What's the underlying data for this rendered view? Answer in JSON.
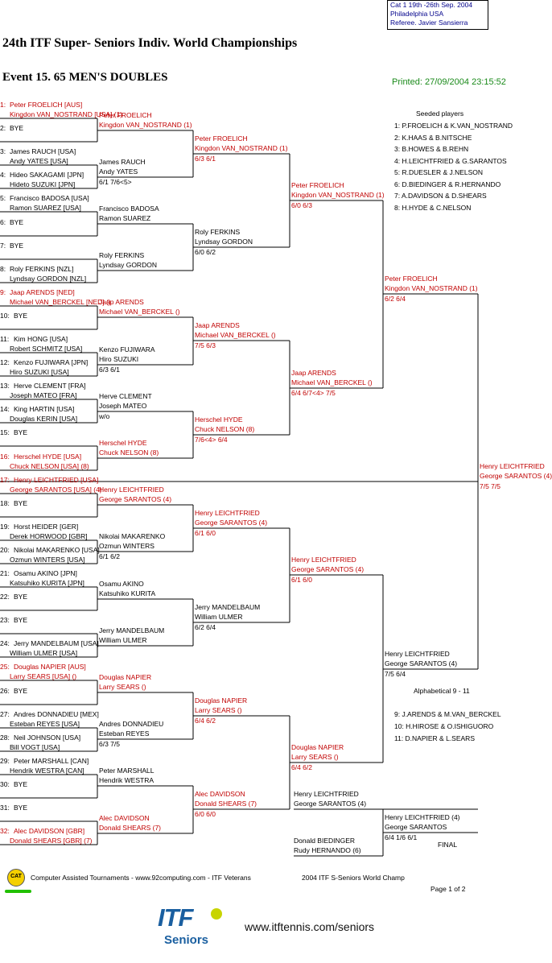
{
  "header": {
    "info": [
      "Cat 1    19th -26th Sep. 2004",
      "Philadelphia    USA",
      "Referee.  Javier Sansierra"
    ],
    "title": "24th ITF Super- Seniors Indiv. World Championships",
    "event": "Event 15. 65 MEN'S DOUBLES",
    "printed": "Printed: 27/09/2004 23:15:52"
  },
  "draw": [
    {
      "seed": "1: ",
      "p1": "Peter FROELICH [AUS]",
      "p2": "Kingdon VAN_NOSTRAND [USA] (1)",
      "seeded": true
    },
    {
      "seed": "2: ",
      "p1": "BYE",
      "p2": "",
      "seeded": false
    },
    {
      "seed": "3: ",
      "p1": "James RAUCH [USA]",
      "p2": "Andy YATES [USA]",
      "seeded": false
    },
    {
      "seed": "4: ",
      "p1": "Hideo SAKAGAMI [JPN]",
      "p2": "Hideto SUZUKI [JPN]",
      "seeded": false
    },
    {
      "seed": "5: ",
      "p1": "Francisco BADOSA [USA]",
      "p2": "Ramon SUAREZ [USA]",
      "seeded": false
    },
    {
      "seed": "6: ",
      "p1": "BYE",
      "p2": "",
      "seeded": false
    },
    {
      "seed": "7: ",
      "p1": "BYE",
      "p2": "",
      "seeded": false
    },
    {
      "seed": "8: ",
      "p1": "Roly FERKINS [NZL]",
      "p2": "Lyndsay GORDON [NZL]",
      "seeded": false
    },
    {
      "seed": "9: ",
      "p1": "Jaap ARENDS [NED]",
      "p2": "Michael VAN_BERCKEL [NED] ()",
      "seeded": true
    },
    {
      "seed": "10: ",
      "p1": "BYE",
      "p2": "",
      "seeded": false
    },
    {
      "seed": "11: ",
      "p1": "Kim HONG [USA]",
      "p2": "Robert SCHMITZ [USA]",
      "seeded": false
    },
    {
      "seed": "12: ",
      "p1": "Kenzo FUJIWARA [JPN]",
      "p2": "Hiro SUZUKI [USA]",
      "seeded": false
    },
    {
      "seed": "13: ",
      "p1": "Herve CLEMENT [FRA]",
      "p2": "Joseph MATEO [FRA]",
      "seeded": false
    },
    {
      "seed": "14: ",
      "p1": "King HARTIN [USA]",
      "p2": "Douglas KERIN [USA]",
      "seeded": false
    },
    {
      "seed": "15: ",
      "p1": "BYE",
      "p2": "",
      "seeded": false
    },
    {
      "seed": "16: ",
      "p1": "Herschel HYDE [USA]",
      "p2": "Chuck NELSON [USA] (8)",
      "seeded": true
    },
    {
      "seed": "17: ",
      "p1": "Henry LEICHTFRIED [USA]",
      "p2": "George SARANTOS [USA] (4)",
      "seeded": true
    },
    {
      "seed": "18: ",
      "p1": "BYE",
      "p2": "",
      "seeded": false
    },
    {
      "seed": "19: ",
      "p1": "Horst HEIDER [GER]",
      "p2": "Derek HORWOOD [GBR]",
      "seeded": false
    },
    {
      "seed": "20: ",
      "p1": "Nikolai MAKARENKO [USA]",
      "p2": "Ozmun WINTERS [USA]",
      "seeded": false
    },
    {
      "seed": "21: ",
      "p1": "Osamu AKINO [JPN]",
      "p2": "Katsuhiko KURITA [JPN]",
      "seeded": false
    },
    {
      "seed": "22: ",
      "p1": "BYE",
      "p2": "",
      "seeded": false
    },
    {
      "seed": "23: ",
      "p1": "BYE",
      "p2": "",
      "seeded": false
    },
    {
      "seed": "24: ",
      "p1": "Jerry MANDELBAUM [USA]",
      "p2": "William ULMER [USA]",
      "seeded": false
    },
    {
      "seed": "25: ",
      "p1": "Douglas NAPIER [AUS]",
      "p2": "Larry SEARS [USA] ()",
      "seeded": true
    },
    {
      "seed": "26: ",
      "p1": "BYE",
      "p2": "",
      "seeded": false
    },
    {
      "seed": "27: ",
      "p1": "Andres DONNADIEU [MEX]",
      "p2": "Esteban REYES [USA]",
      "seeded": false
    },
    {
      "seed": "28: ",
      "p1": "Neil JOHNSON [USA]",
      "p2": "Bill VOGT [USA]",
      "seeded": false
    },
    {
      "seed": "29: ",
      "p1": "Peter MARSHALL [CAN]",
      "p2": "Hendrik WESTRA [CAN]",
      "seeded": false
    },
    {
      "seed": "30: ",
      "p1": "BYE",
      "p2": "",
      "seeded": false
    },
    {
      "seed": "31: ",
      "p1": "BYE",
      "p2": "",
      "seeded": false
    },
    {
      "seed": "32: ",
      "p1": "Alec DAVIDSON [GBR]",
      "p2": "Donald SHEARS [GBR] (7)",
      "seeded": true
    }
  ],
  "rounds": [
    [
      {
        "p1": "Peter FROELICH",
        "p2": "Kingdon VAN_NOSTRAND (1)",
        "score": "",
        "red": true
      },
      {
        "p1": "James RAUCH",
        "p2": "Andy YATES",
        "score": "6/1 7/6<5>",
        "red": false
      },
      {
        "p1": "Francisco BADOSA",
        "p2": "Ramon SUAREZ",
        "score": "",
        "red": false
      },
      {
        "p1": "Roly FERKINS",
        "p2": "Lyndsay GORDON",
        "score": "",
        "red": false
      },
      {
        "p1": "Jaap ARENDS",
        "p2": "Michael VAN_BERCKEL ()",
        "score": "",
        "red": true
      },
      {
        "p1": "Kenzo FUJIWARA",
        "p2": "Hiro SUZUKI",
        "score": "6/3 6/1",
        "red": false
      },
      {
        "p1": "Herve CLEMENT",
        "p2": "Joseph MATEO",
        "score": "w/o",
        "red": false
      },
      {
        "p1": "Herschel HYDE",
        "p2": "Chuck NELSON (8)",
        "score": "",
        "red": true
      },
      {
        "p1": "Henry LEICHTFRIED",
        "p2": "George SARANTOS (4)",
        "score": "",
        "red": true
      },
      {
        "p1": "Nikolai MAKARENKO",
        "p2": "Ozmun WINTERS",
        "score": "6/1 6/2",
        "red": false
      },
      {
        "p1": "Osamu AKINO",
        "p2": "Katsuhiko KURITA",
        "score": "",
        "red": false
      },
      {
        "p1": "Jerry MANDELBAUM",
        "p2": "William ULMER",
        "score": "",
        "red": false
      },
      {
        "p1": "Douglas NAPIER",
        "p2": "Larry SEARS ()",
        "score": "",
        "red": true
      },
      {
        "p1": "Andres DONNADIEU",
        "p2": "Esteban REYES",
        "score": "6/3 7/5",
        "red": false
      },
      {
        "p1": "Peter MARSHALL",
        "p2": "Hendrik WESTRA",
        "score": "",
        "red": false
      },
      {
        "p1": "Alec DAVIDSON",
        "p2": "Donald SHEARS (7)",
        "score": "",
        "red": true
      }
    ],
    [
      {
        "p1": "Peter FROELICH",
        "p2": "Kingdon VAN_NOSTRAND (1)",
        "score": "6/3 6/1",
        "red": true
      },
      {
        "p1": "Roly FERKINS",
        "p2": "Lyndsay GORDON",
        "score": "6/0 6/2",
        "red": false
      },
      {
        "p1": "Jaap ARENDS",
        "p2": "Michael VAN_BERCKEL ()",
        "score": "7/5 6/3",
        "red": true
      },
      {
        "p1": "Herschel HYDE",
        "p2": "Chuck NELSON (8)",
        "score": "7/6<4> 6/4",
        "red": true
      },
      {
        "p1": "Henry LEICHTFRIED",
        "p2": "George SARANTOS (4)",
        "score": "6/1 6/0",
        "red": true
      },
      {
        "p1": "Jerry MANDELBAUM",
        "p2": "William ULMER",
        "score": "6/2 6/4",
        "red": false
      },
      {
        "p1": "Douglas NAPIER",
        "p2": "Larry SEARS ()",
        "score": "6/4 6/2",
        "red": true
      },
      {
        "p1": "Alec DAVIDSON",
        "p2": "Donald SHEARS (7)",
        "score": "6/0 6/0",
        "red": true
      }
    ],
    [
      {
        "p1": "Peter FROELICH",
        "p2": "Kingdon VAN_NOSTRAND (1)",
        "score": "6/0 6/3",
        "red": true
      },
      {
        "p1": "Jaap ARENDS",
        "p2": "Michael VAN_BERCKEL ()",
        "score": "6/4 6/7<4> 7/5",
        "red": true
      },
      {
        "p1": "Henry LEICHTFRIED",
        "p2": "George SARANTOS (4)",
        "score": "6/1 6/0",
        "red": true
      },
      {
        "p1": "Douglas NAPIER",
        "p2": "Larry SEARS ()",
        "score": "6/4 6/2",
        "red": true
      }
    ],
    [
      {
        "p1": "Peter FROELICH",
        "p2": "Kingdon VAN_NOSTRAND (1)",
        "score": "6/2 6/4",
        "red": true
      },
      {
        "p1": "Henry LEICHTFRIED",
        "p2": "George SARANTOS (4)",
        "score": "7/5 6/4",
        "red": false
      }
    ],
    [
      {
        "p1": "Henry LEICHTFRIED",
        "p2": "George SARANTOS (4)",
        "score": "7/5 7/5",
        "red": true
      }
    ]
  ],
  "final_section": {
    "f1_p1": "Henry LEICHTFRIED",
    "f1_p2": "George SARANTOS (4)",
    "f2_p1": "Donald BIEDINGER",
    "f2_p2": "Rudy HERNANDO (6)",
    "w_p1": "Henry LEICHTFRIED (4)",
    "w_p2": "George SARANTOS",
    "w_score": "6/4 1/6 6/1",
    "label": "FINAL"
  },
  "seeded": {
    "title": "Seeded players",
    "items": [
      "1: P.FROELICH & K.VAN_NOSTRAND",
      "2: K.HAAS & B.NITSCHE",
      "3: B.HOWES & B.REHN",
      "4: H.LEICHTFRIED & G.SARANTOS",
      "5: R.DUESLER & J.NELSON",
      "6: D.BIEDINGER & R.HERNANDO",
      "7: A.DAVIDSON & D.SHEARS",
      "8: H.HYDE & C.NELSON"
    ]
  },
  "alphabetical": {
    "title": "Alphabetical  9 - 11",
    "items": [
      "9: J.ARENDS & M.VAN_BERCKEL",
      "10: H.HIROSE & O.ISHIGUORO",
      "11: D.NAPIER & L.SEARS"
    ]
  },
  "footer": {
    "cat_logo": "CAT",
    "credit": "Computer Assisted Tournaments - www.92computing.com -  ITF Veterans",
    "event_name": "2004 ITF S-Seniors World Champ",
    "page": "Page 1 of 2",
    "itf_logo": "ITF",
    "itf_sub": "Seniors",
    "url": "www.itftennis.com/seniors"
  },
  "colors": {
    "winner": "#c00000",
    "printed": "#1a8a1a",
    "info": "#00008b",
    "itf_blue": "#1a5fa0",
    "tennis_ball": "#c8d400"
  }
}
